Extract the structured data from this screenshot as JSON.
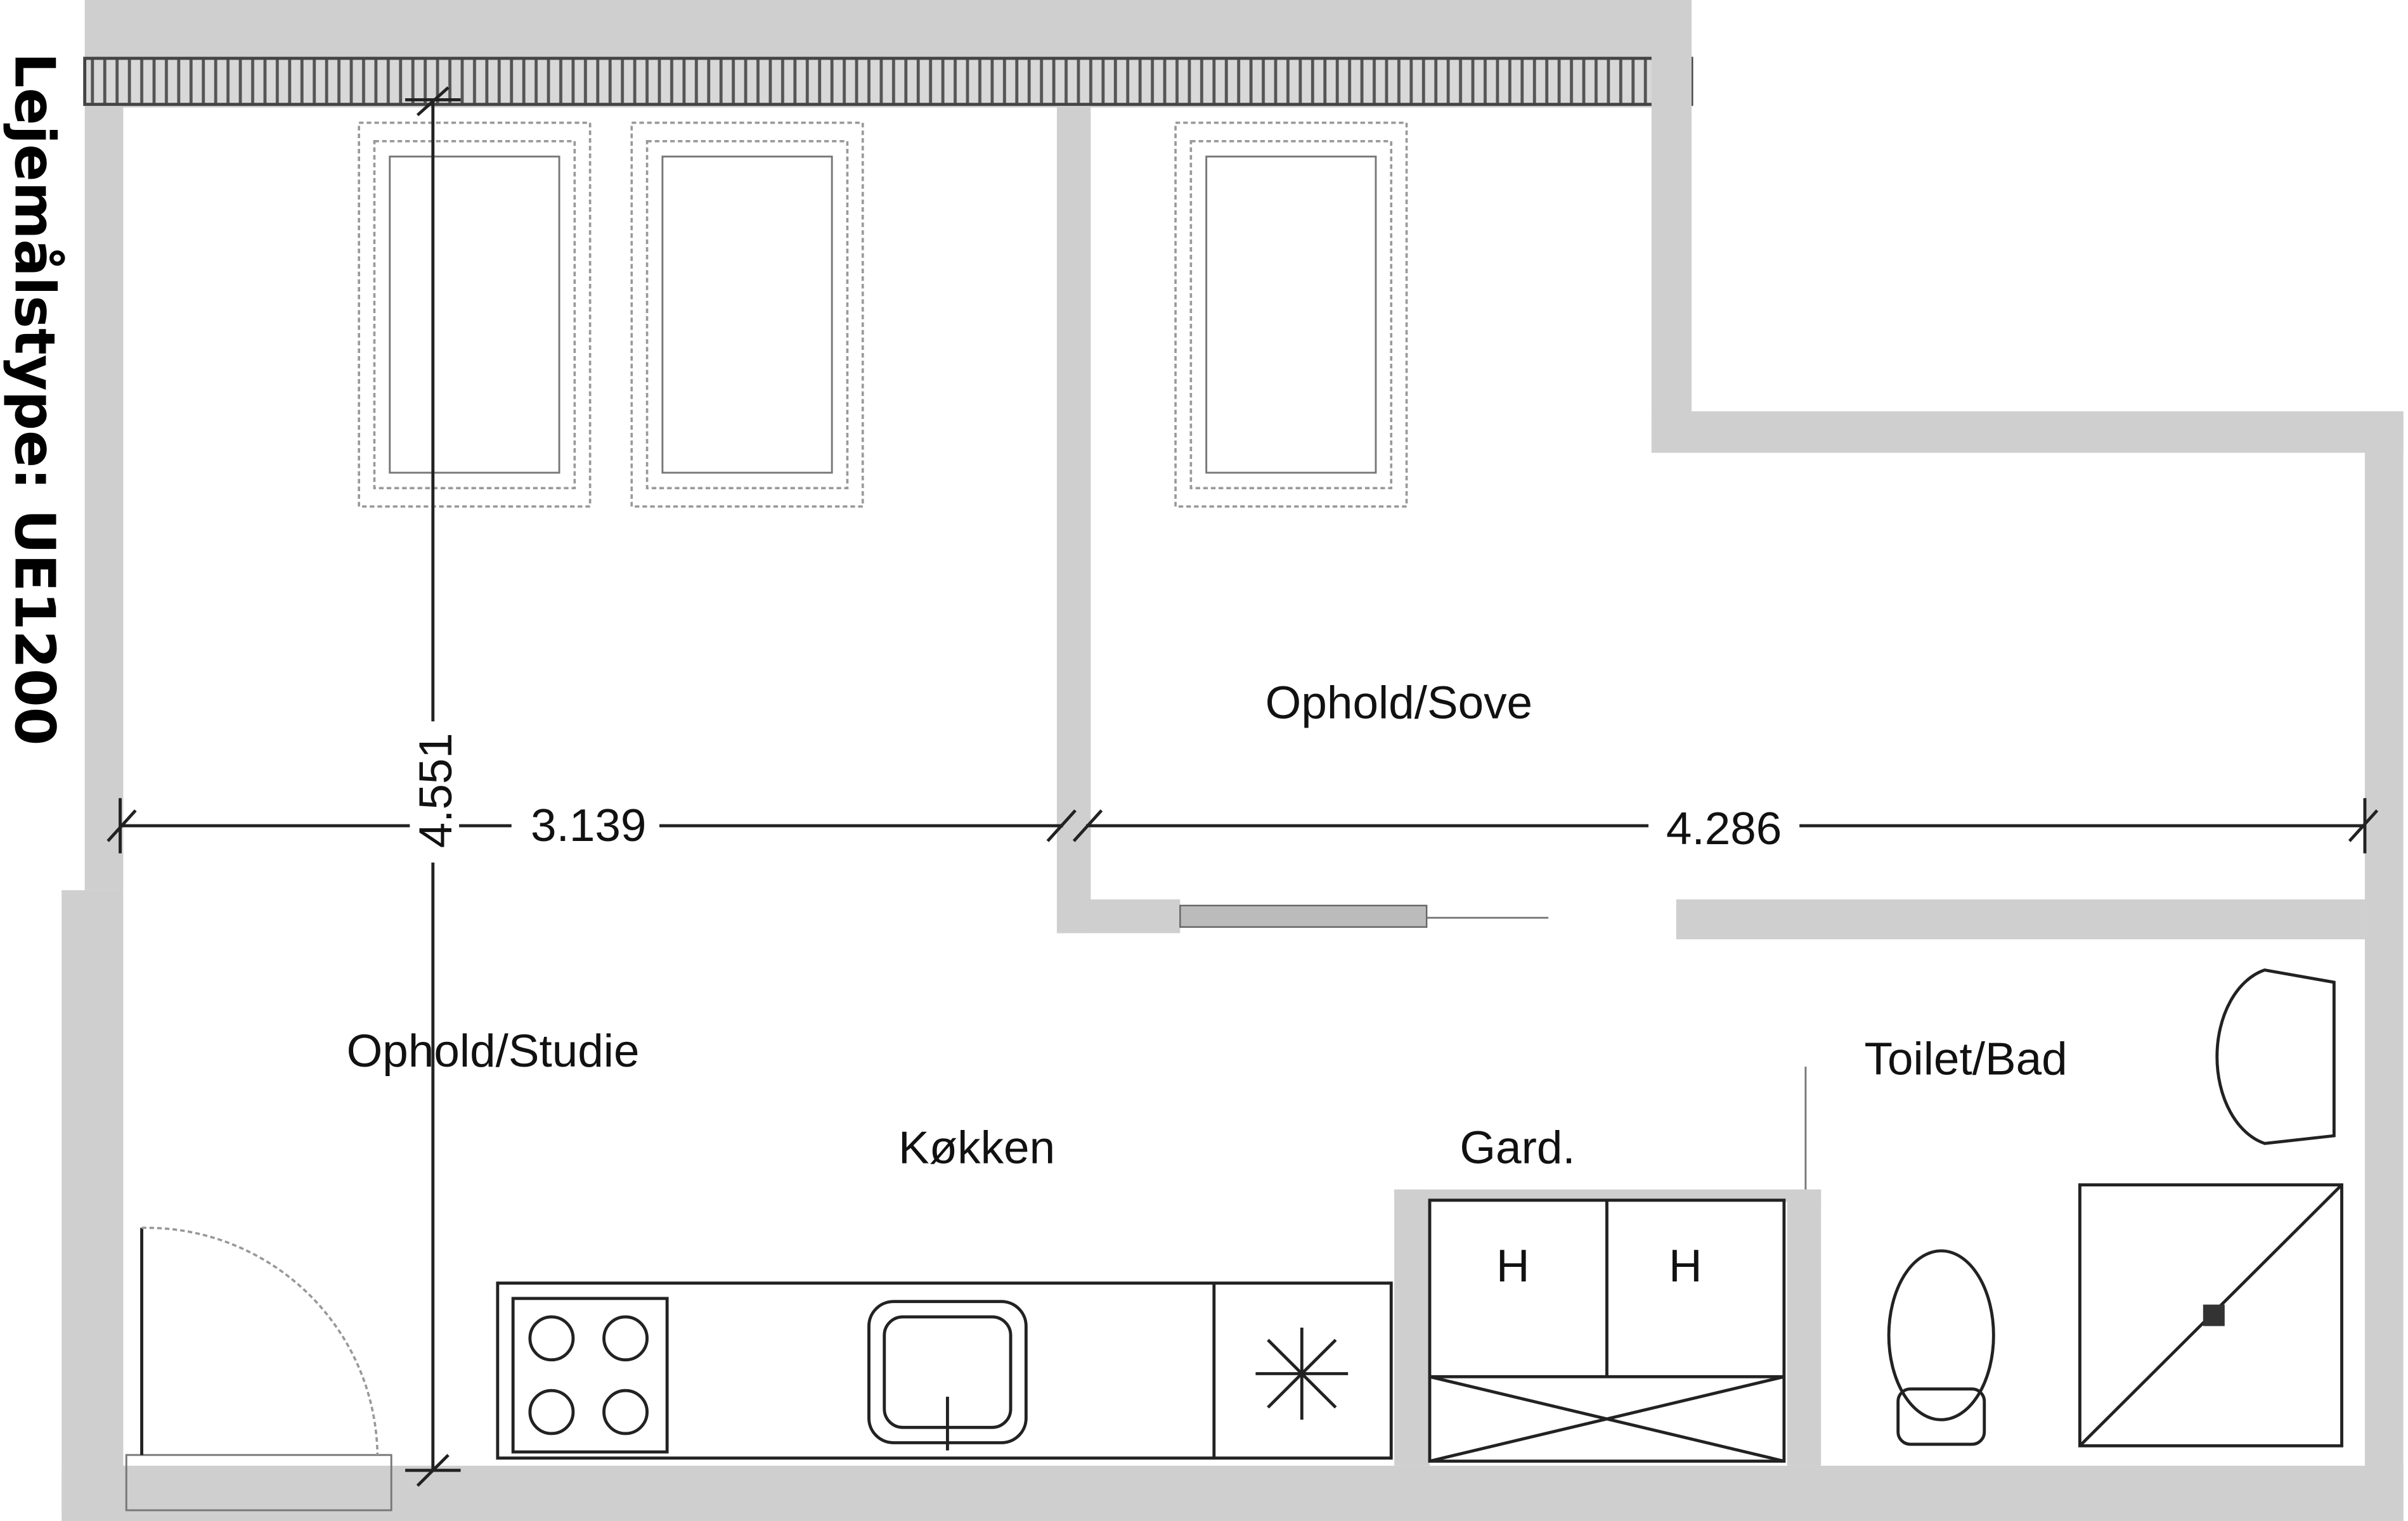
{
  "title": "Lejemålstype: UE1200",
  "rooms": {
    "living_sleep": "Ophold/Sove",
    "living_study": "Ophold/Studie",
    "kitchen": "Køkken",
    "wardrobe": "Gard.",
    "toilet_bath": "Toilet/Bad"
  },
  "dimensions": {
    "width_left": "3.139",
    "width_right": "4.286",
    "height": "4.551"
  },
  "wardrobe_marks": [
    "H",
    "H"
  ]
}
